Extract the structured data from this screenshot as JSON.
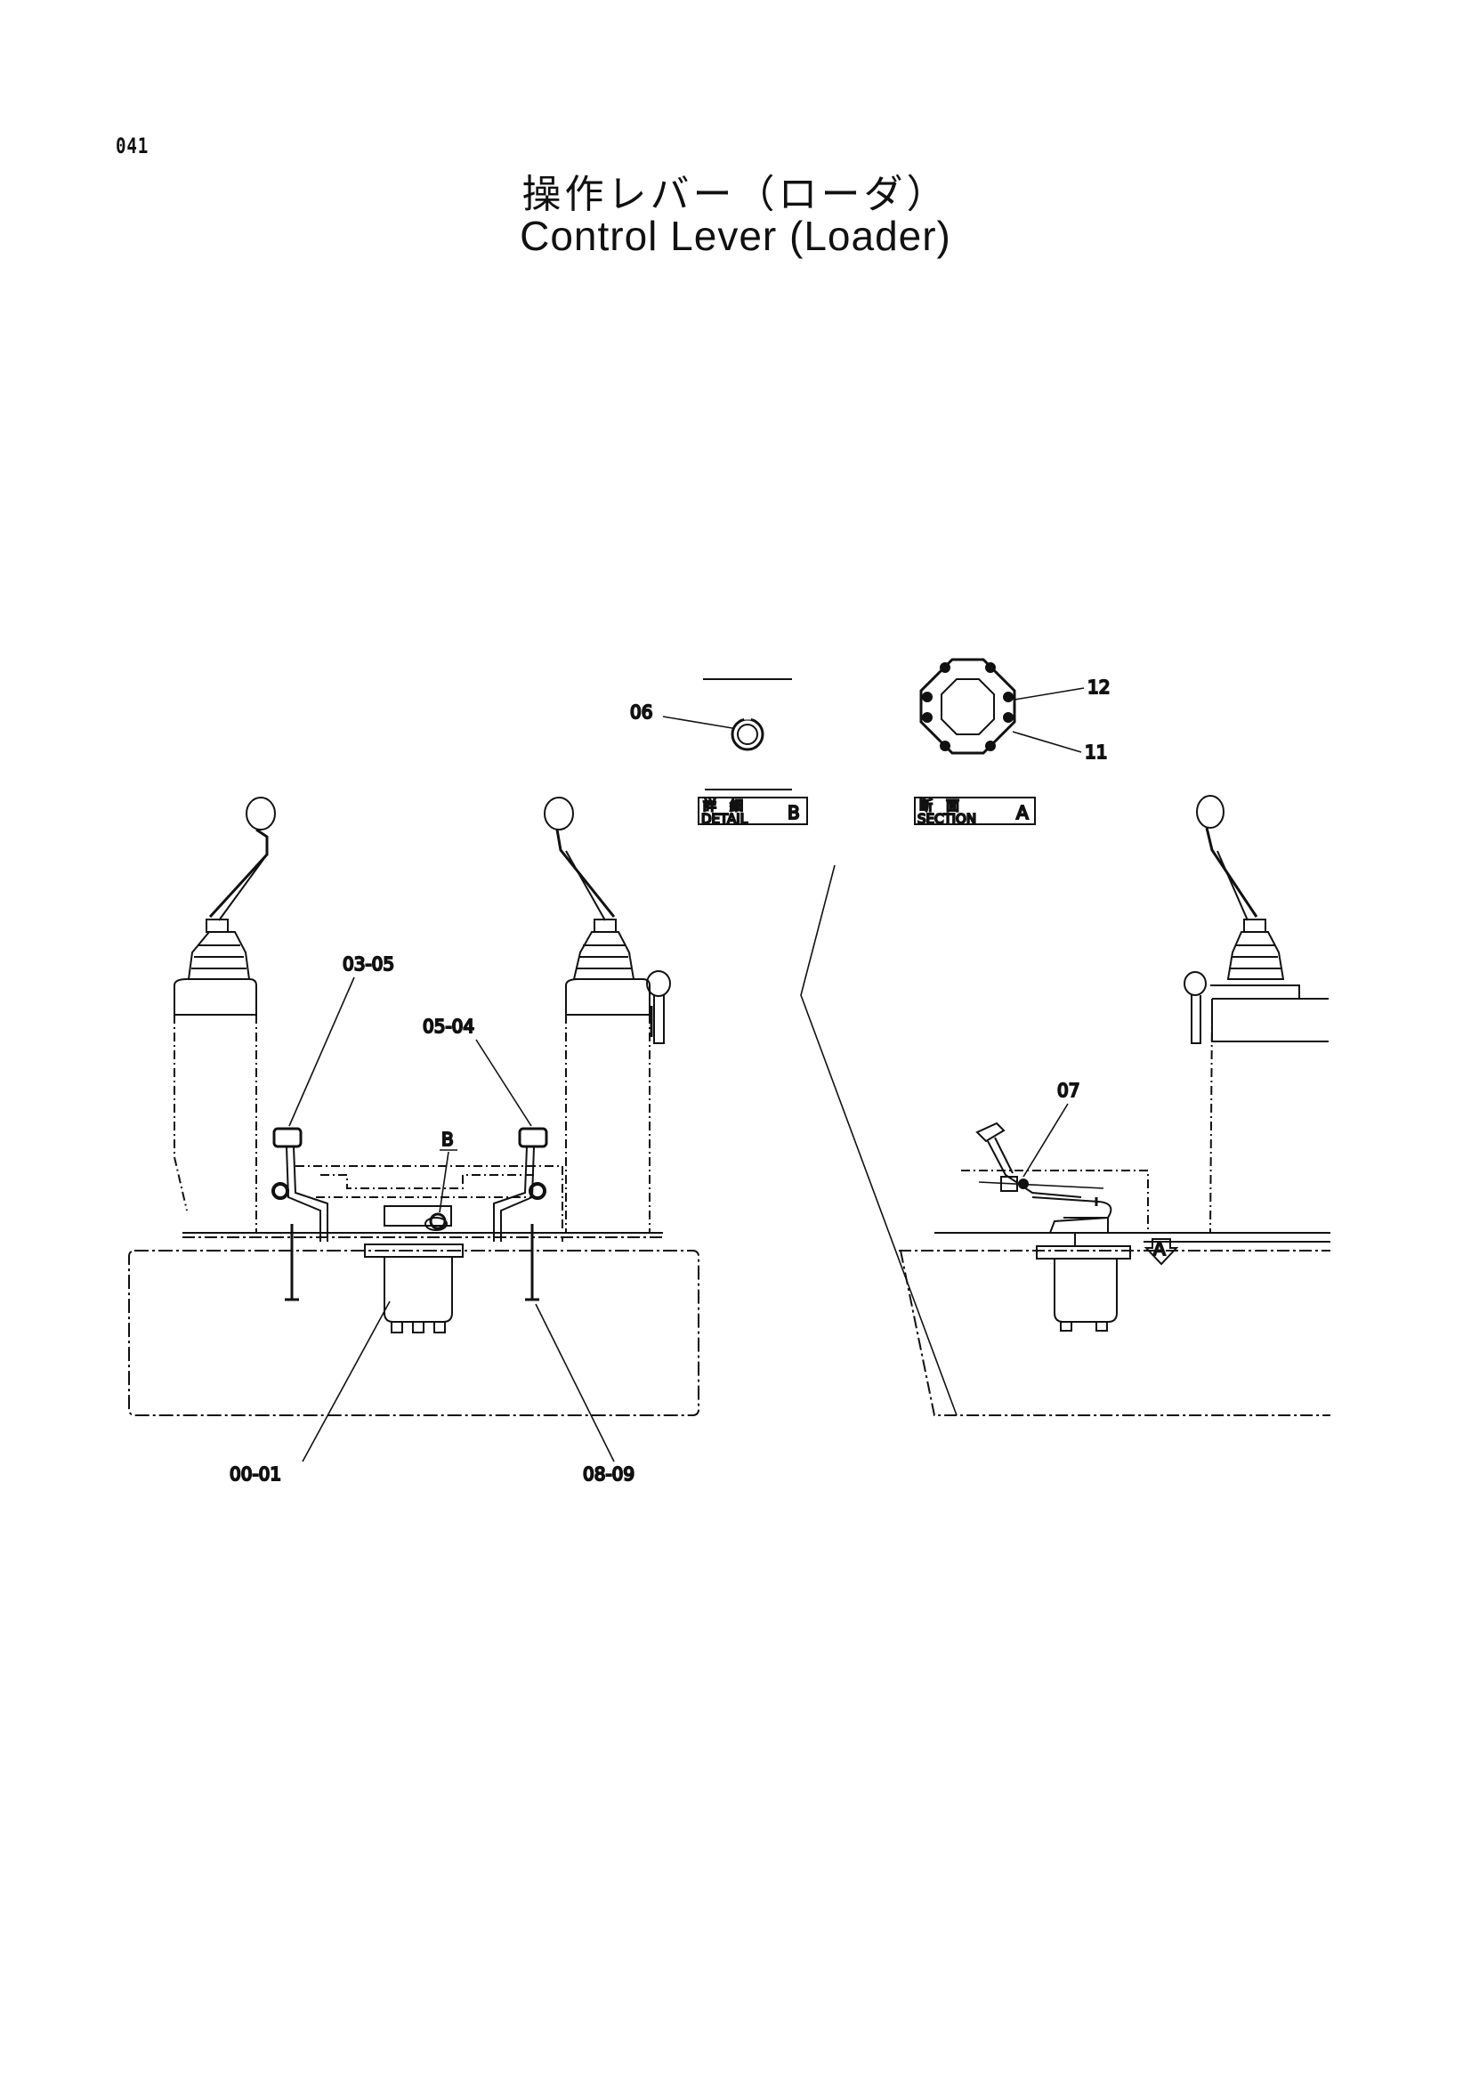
{
  "page_number": "041",
  "title": {
    "japanese": "操作レバー（ローダ）",
    "english": "Control Lever (Loader)"
  },
  "callouts": {
    "c06": "06",
    "c12": "12",
    "c11": "11",
    "c03_05": "03-05",
    "c05_04": "05-04",
    "cB": "B",
    "c07": "07",
    "c00_01": "00-01",
    "c08_09": "08-09",
    "cA": "A"
  },
  "detail_label": {
    "japanese": "詳　細",
    "english": "DETAIL",
    "letter": "B"
  },
  "section_label": {
    "japanese": "断　面",
    "english": "SECTION",
    "letter": "A"
  }
}
